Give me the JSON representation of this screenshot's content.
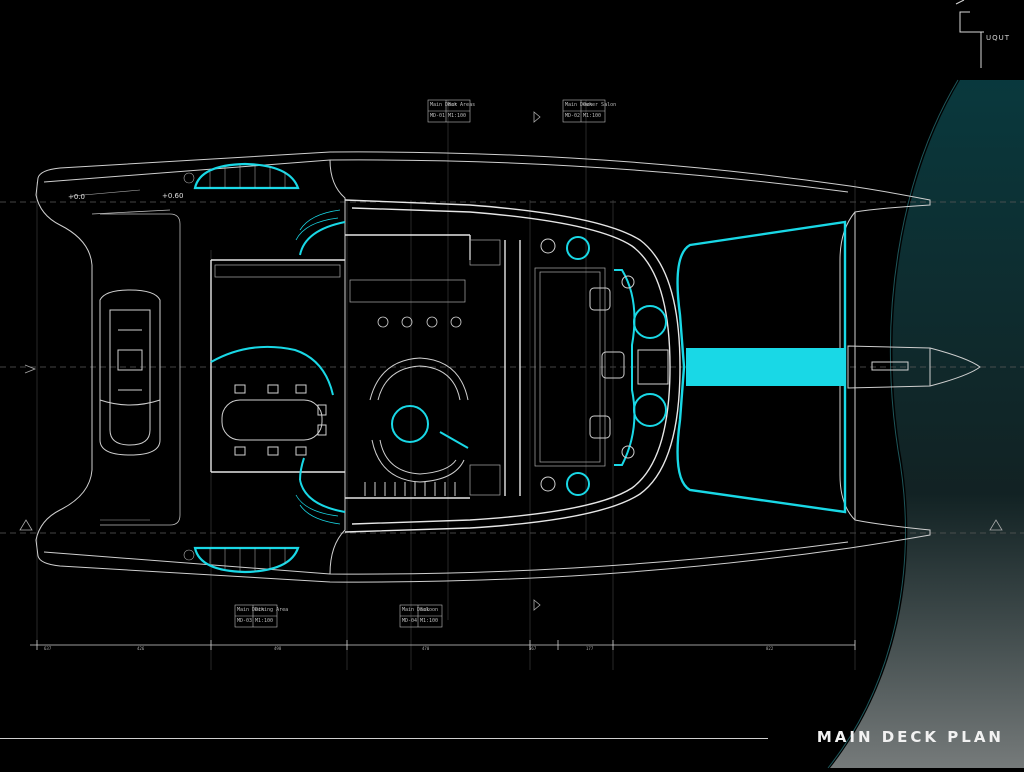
{
  "logo": {
    "brand_text": "UQUT"
  },
  "title": "MAIN DECK PLAN",
  "levels": {
    "aft": "0.0",
    "mid": "0.60"
  },
  "room_tags": [
    {
      "deck": "Main Deck",
      "room": "Bar Areas",
      "code": "MD-01",
      "ref": "M1:100"
    },
    {
      "deck": "Main Deck",
      "room": "Owner Salon",
      "code": "MD-02",
      "ref": "M1:100"
    },
    {
      "deck": "Main Deck",
      "room": "Dining Area",
      "code": "MD-03",
      "ref": "M1:100"
    },
    {
      "deck": "Main Deck",
      "room": "Saloon",
      "code": "MD-04",
      "ref": "M1:100"
    }
  ],
  "dimensions": [
    "637",
    "426",
    "498",
    "470",
    "567",
    "177",
    "822"
  ],
  "colors": {
    "accent": "#19d8e6",
    "line": "#cfcfcf",
    "background": "#000000"
  }
}
